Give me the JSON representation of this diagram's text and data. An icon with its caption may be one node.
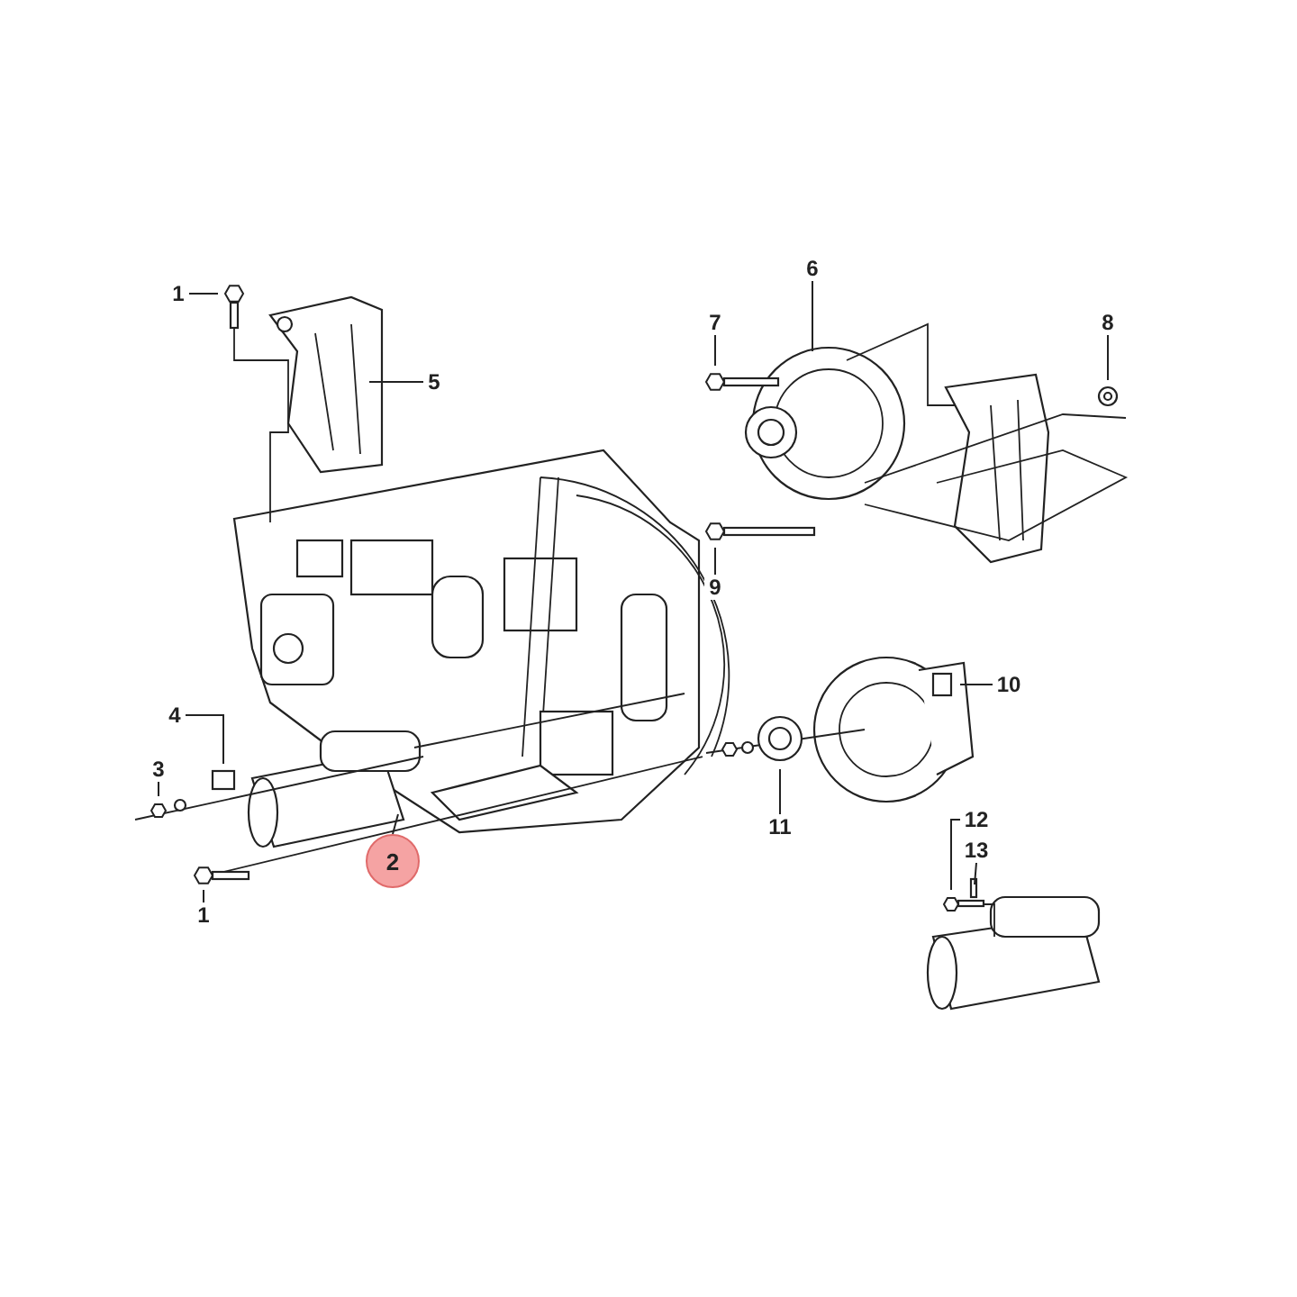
{
  "diagram": {
    "nodes": [
      {
        "text": [
          "1"
        ]
      },
      {
        "text": [
          "5"
        ]
      },
      {
        "text": [
          "6"
        ]
      },
      {
        "text": [
          "7"
        ]
      },
      {
        "text": [
          "8"
        ]
      },
      {
        "text": [
          "9"
        ]
      },
      {
        "text": [
          "10"
        ]
      },
      {
        "text": [
          "4"
        ]
      },
      {
        "text": [
          "3"
        ]
      },
      {
        "text": [
          "2"
        ]
      },
      {
        "text": [
          "11"
        ]
      },
      {
        "text": [
          "12"
        ]
      },
      {
        "text": [
          "13"
        ]
      },
      {
        "text": [
          "1"
        ]
      }
    ],
    "edges": [
      {
        "from": 0,
        "to": null,
        "arrow": "none"
      },
      {
        "from": 1,
        "to": null,
        "arrow": "none"
      },
      {
        "from": 2,
        "to": null,
        "arrow": "none"
      },
      {
        "from": 3,
        "to": null,
        "arrow": "none"
      },
      {
        "from": 4,
        "to": null,
        "arrow": "none"
      },
      {
        "from": 5,
        "to": null,
        "arrow": "none"
      },
      {
        "from": 6,
        "to": null,
        "arrow": "none"
      },
      {
        "from": 7,
        "to": null,
        "arrow": "none"
      },
      {
        "from": 8,
        "to": null,
        "arrow": "none"
      },
      {
        "from": 9,
        "to": null,
        "arrow": "none"
      },
      {
        "from": 10,
        "to": null,
        "arrow": "none"
      },
      {
        "from": 11,
        "to": null,
        "arrow": "none"
      },
      {
        "from": 12,
        "to": null,
        "arrow": "none"
      },
      {
        "from": 13,
        "to": null,
        "arrow": "none"
      }
    ]
  }
}
